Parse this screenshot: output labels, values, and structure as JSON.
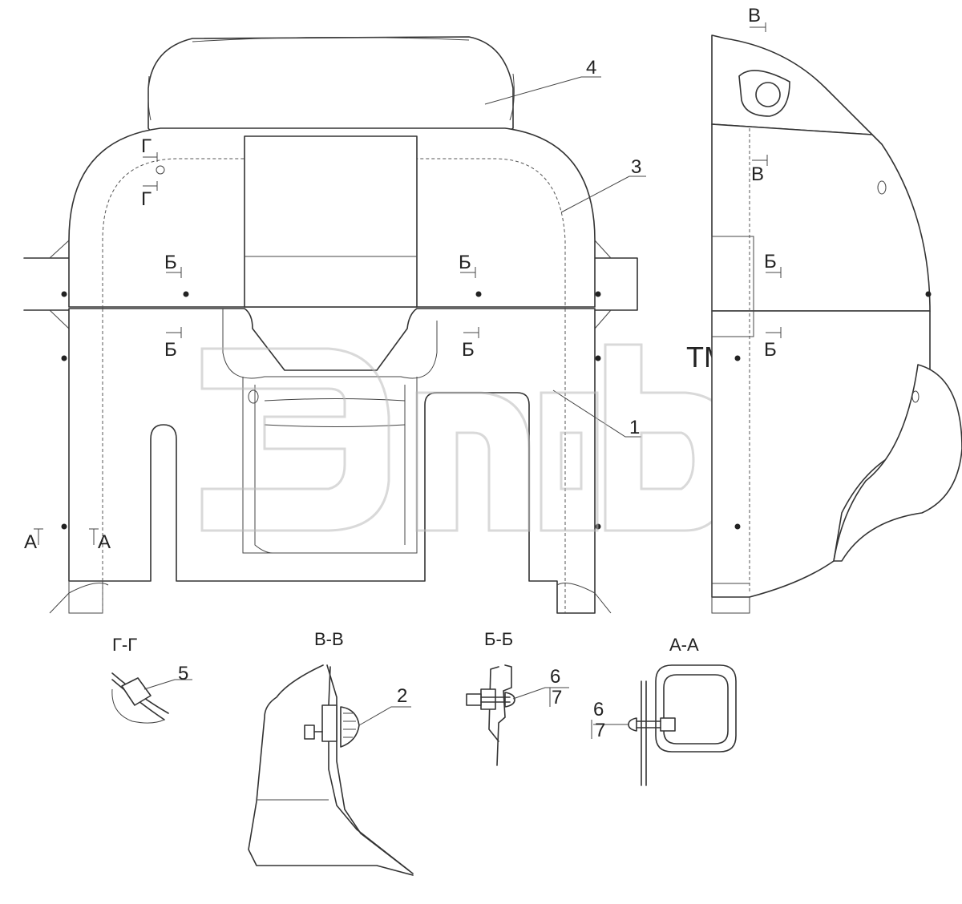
{
  "views": {
    "main": {
      "cut_g": "Г",
      "cut_b": "Б",
      "cut_a": "А",
      "callouts": [
        "4",
        "3",
        "1"
      ]
    },
    "side": {
      "cut_v": "В",
      "cut_b": "Б"
    }
  },
  "sections": [
    {
      "title": "Г-Г",
      "callout": "5"
    },
    {
      "title": "В-В",
      "callout": "2"
    },
    {
      "title": "Б-Б",
      "callout_top": "6",
      "callout_bottom": "7"
    },
    {
      "title": "А-А",
      "callout_top": "6",
      "callout_bottom": "7"
    }
  ],
  "watermark": {
    "tm": "TM"
  },
  "colors": {
    "line": "#333333",
    "watermark": "#b9b9b9"
  }
}
